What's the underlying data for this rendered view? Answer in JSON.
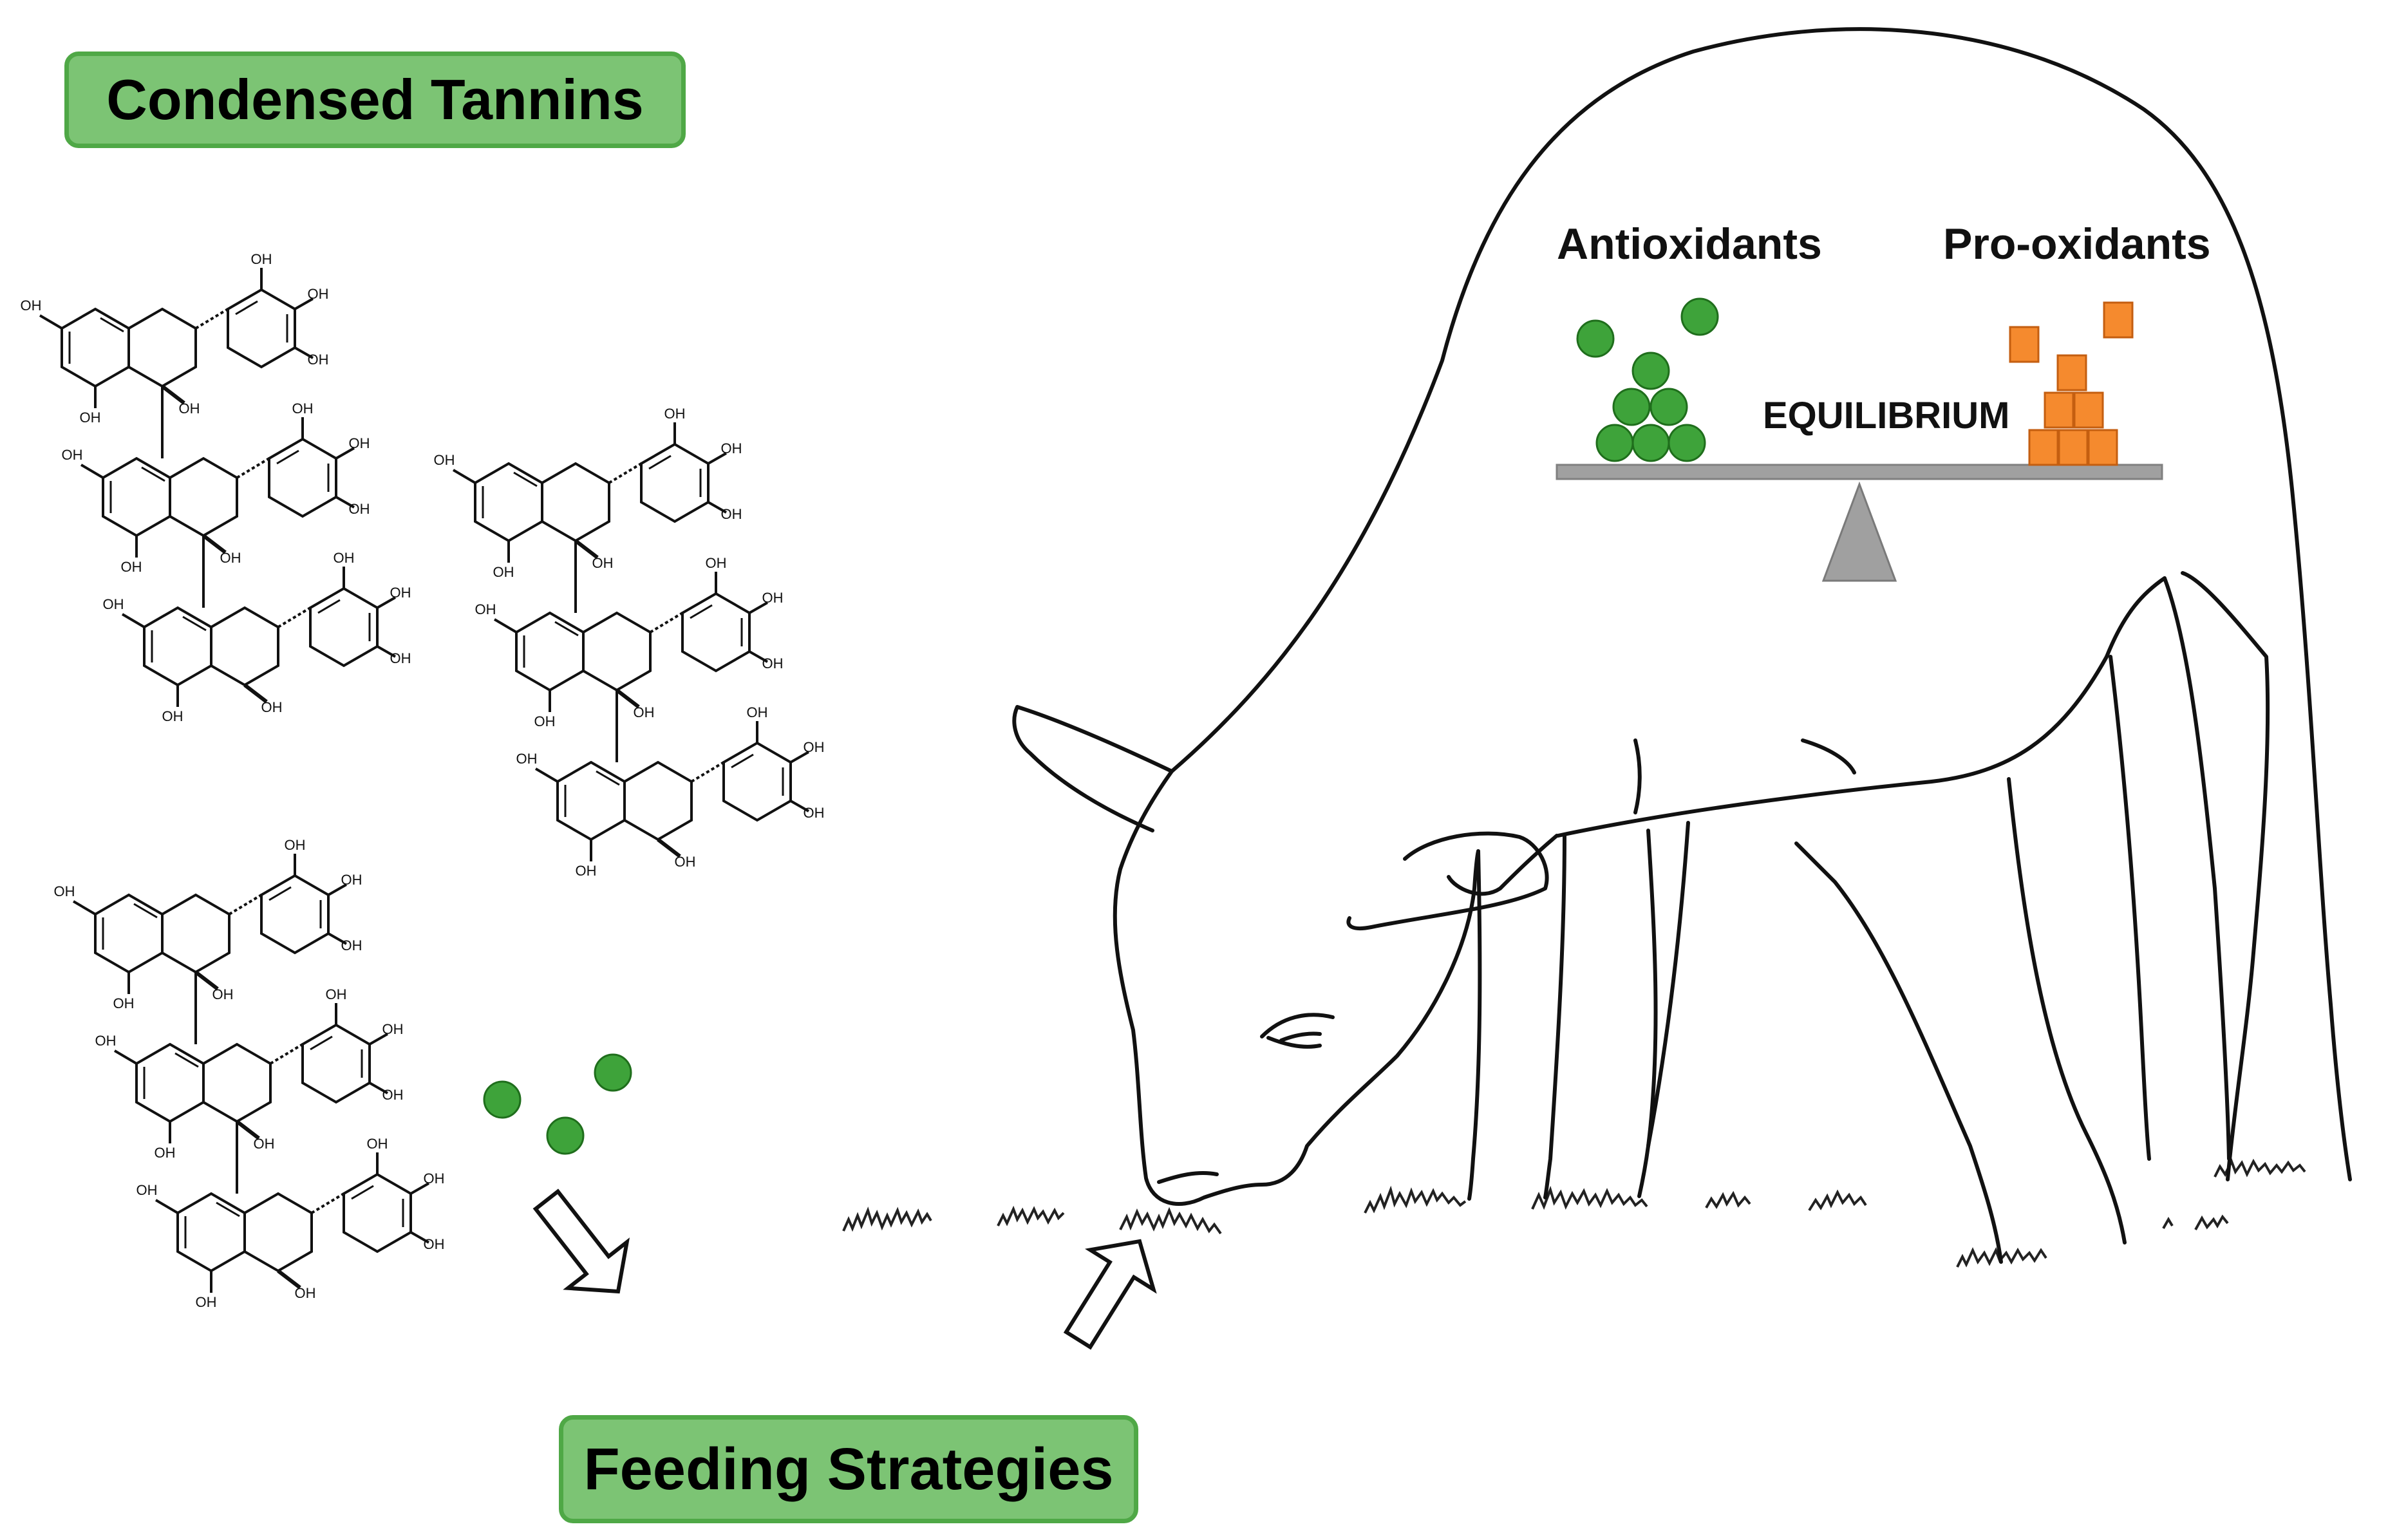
{
  "labels": {
    "condensed_tannins": "Condensed Tannins",
    "feeding_strategies": "Feeding Strategies",
    "antioxidants": "Antioxidants",
    "pro_oxidants": "Pro-oxidants",
    "equilibrium": "EQUILIBRIUM",
    "oh": "OH"
  },
  "colors": {
    "pill_fill": "#7cc474",
    "pill_border": "#4fa846",
    "antioxidant_green": "#3ea33a",
    "antioxidant_stroke": "#1f6e1c",
    "prooxidant_orange": "#f58a2e",
    "prooxidant_stroke": "#c45e10",
    "balance_gray": "#a0a0a0",
    "outline": "#111111"
  },
  "icons": [
    "condensed-tannin-molecule-icon",
    "sheep-outline-icon",
    "balance-scale-icon",
    "hollow-arrow-icon",
    "grass-icon"
  ]
}
